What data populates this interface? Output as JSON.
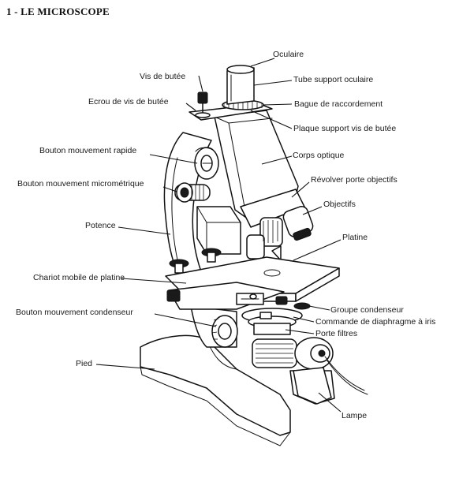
{
  "title": "1 - LE MICROSCOPE",
  "labels": {
    "oculaire": "Oculaire",
    "tube_support_oculaire": "Tube support oculaire",
    "vis_de_butee": "Vis de butée",
    "ecrou_de_vis_de_butee": "Ecrou de vis de butée",
    "bague_de_raccordement": "Bague de raccordement",
    "plaque_support_vis_de_butee": "Plaque support vis de butée",
    "bouton_mouvement_rapide": "Bouton mouvement rapide",
    "corps_optique": "Corps optique",
    "bouton_mouvement_micrometrique": "Bouton mouvement micrométrique",
    "revolver_porte_objectifs": "Révolver porte objectifs",
    "objectifs": "Objectifs",
    "potence": "Potence",
    "platine": "Platine",
    "chariot_mobile_de_platine": "Chariot mobile de platine",
    "groupe_condenseur": "Groupe condenseur",
    "bouton_mouvement_condenseur": "Bouton mouvement condenseur",
    "commande_de_diaphragme_a_iris": "Commande de diaphragme à iris",
    "porte_filtres": "Porte filtres",
    "pied": "Pied",
    "lampe": "Lampe"
  }
}
